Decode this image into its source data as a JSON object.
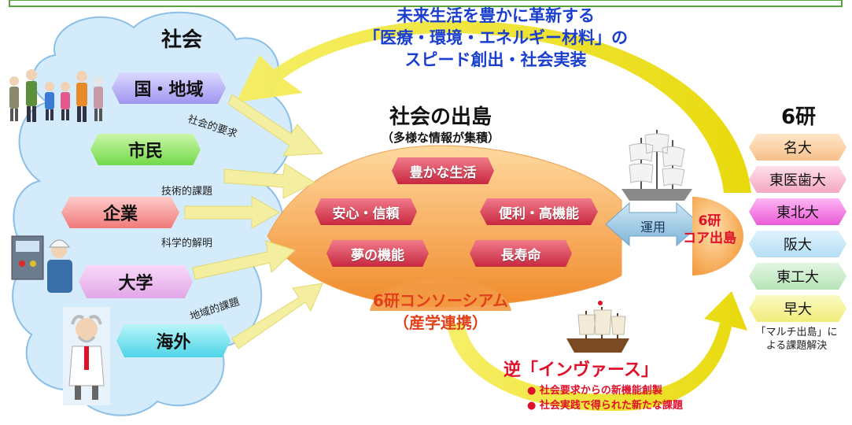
{
  "header": {
    "line1": "未来生活を豊かに革新する",
    "line2": "「医療・環境・エネルギー材料」の",
    "line3": "スピード創出・社会実装"
  },
  "society": {
    "title": "社会",
    "actors": [
      "国・地域",
      "市民",
      "企業",
      "大学",
      "海外"
    ],
    "links": [
      "社会的要求",
      "技術的課題",
      "科学的解明",
      "地域的課題"
    ]
  },
  "center": {
    "title": "社会の出島",
    "subtitle": "（多様な情報が集積）",
    "items": [
      "豊かな生活",
      "安心・信頼",
      "便利・高機能",
      "夢の機能",
      "長寿命"
    ],
    "consortium_line1": "6研コンソーシアム",
    "consortium_line2": "（産学連携）"
  },
  "operation": {
    "label": "運用"
  },
  "core": {
    "line1": "6研",
    "line2": "コア出島"
  },
  "six_labs": {
    "title": "6研",
    "universities": [
      "名大",
      "東医歯大",
      "東北大",
      "阪大",
      "東工大",
      "早大"
    ],
    "note_line1": "「マルチ出島」に",
    "note_line2": "よる課題解決"
  },
  "inverse": {
    "title": "逆「インヴァース」",
    "bullets": [
      "社会要求からの新機能創製",
      "社会実践で得られた新たな課題"
    ]
  },
  "colors": {
    "header_text": "#1a3fcf",
    "accent_red": "#e0102a",
    "consortium_text": "#e2401a",
    "arrow_yellow": "#f2e21a",
    "cloud": "#cfe8fb",
    "hex_red": "#c8283f",
    "orange_fan": "#f6a24a"
  }
}
